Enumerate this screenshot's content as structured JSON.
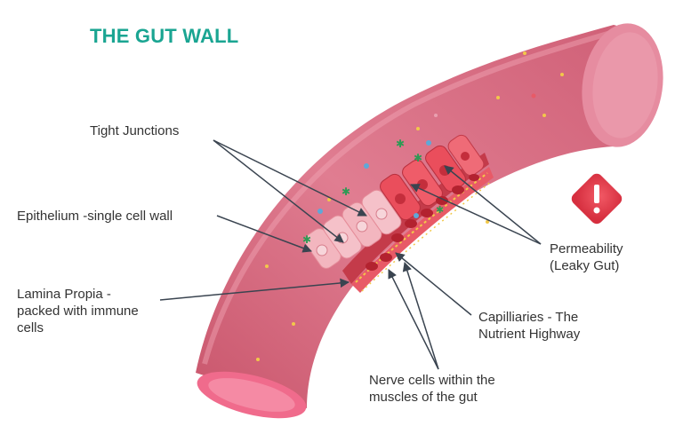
{
  "title": "THE GUT WALL",
  "labels": {
    "tight_junctions": "Tight Junctions",
    "epithelium": "Epithelium -single cell wall",
    "lamina_propia": "Lamina Propia -\npacked with immune\ncells",
    "permeability": "Permeability\n(Leaky Gut)",
    "capillaries": "Capilliaries - The\nNutrient Highway",
    "nerve_cells": "Nerve cells within the\nmuscles of the gut"
  },
  "icons": {
    "warning": "warning-icon"
  },
  "colors": {
    "title": "#1aa592",
    "tube": "#d86a7e",
    "tube_opening": "#e88aa0",
    "warning": "#e8404f",
    "text": "#333333",
    "leader_line": "#3a4450"
  }
}
